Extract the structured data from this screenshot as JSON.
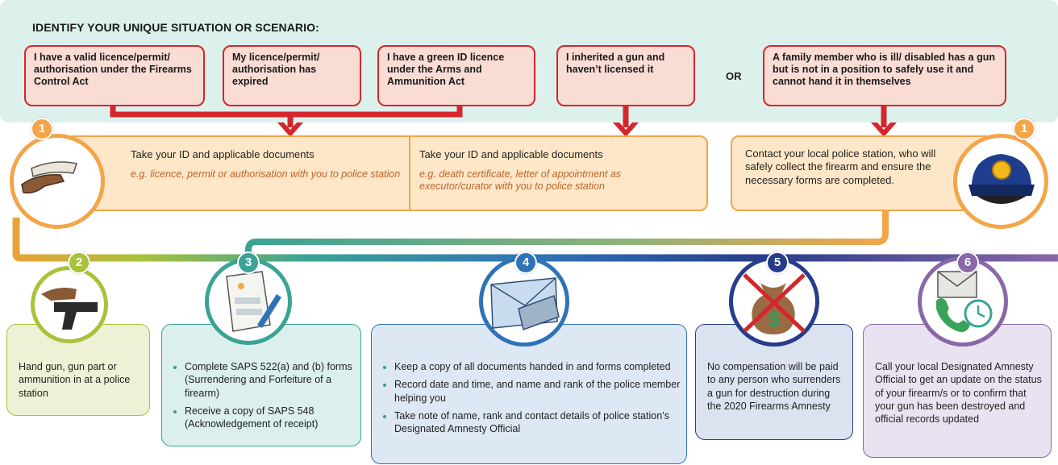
{
  "heading": "IDENTIFY YOUR UNIQUE SITUATION OR SCENARIO:",
  "scenarios": [
    "I have a valid licence/permit/ authorisation under the Firearms Control Act",
    "My licence/permit/ authorisation has expired",
    "I have a green ID licence under the Arms and Ammunition Act",
    "I inherited a gun and haven’t licensed it",
    "A family member who is ill/ disabled has a gun but is not in a position to safely use it and cannot hand it in themselves"
  ],
  "or_label": "OR",
  "step1": {
    "number": "1",
    "left": {
      "text": "Take your ID and applicable documents",
      "example": "e.g. licence, permit or authorisation with you to police station"
    },
    "middle": {
      "text": "Take your ID and  applicable documents",
      "example": "e.g. death certificate, letter of appointment as executor/curator with you to police station"
    },
    "right": {
      "text": "Contact your local police station, who will safely collect the firearm and ensure the necessary forms are completed."
    }
  },
  "steps": [
    {
      "number": "2",
      "icon": "hand-gun-icon",
      "text": "Hand gun, gun part or ammunition in at a police station"
    },
    {
      "number": "3",
      "icon": "form-pen-icon",
      "bullets": [
        "Complete SAPS 522(a) and (b) forms (Surrendering and Forfeiture of a firearm)",
        "Receive a copy of SAPS 548 (Acknowledgement of receipt)"
      ]
    },
    {
      "number": "4",
      "icon": "envelope-documents-icon",
      "bullets": [
        "Keep a copy of all documents handed in and forms completed",
        "Record date and time, and name and rank of the police member helping you",
        "Take note of name, rank and contact details of police station’s Designated Amnesty Official"
      ]
    },
    {
      "number": "5",
      "icon": "no-money-bag-icon",
      "text": "No compensation will be paid to any person who surrenders a gun for destruction during the 2020 Firearms Amnesty"
    },
    {
      "number": "6",
      "icon": "phone-envelope-clock-icon",
      "text": "Call your local Designated Amnesty Official to get an update on the status of your firearm/s or to confirm that your gun has been destroyed and official records updated"
    }
  ],
  "colors": {
    "scenario_border": "#d5262c",
    "arrow_red": "#d5262c",
    "step1_orange": "#f3a54a",
    "step2_green": "#a8c23b",
    "step3_teal": "#3aa394",
    "step4_blue": "#2f73b7",
    "step5_navy": "#273c8a",
    "step6_purple": "#8a68a8"
  }
}
